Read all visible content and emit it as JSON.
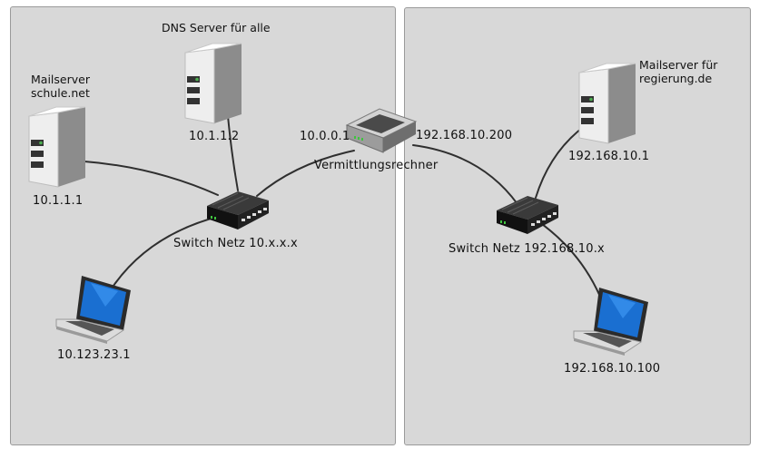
{
  "labels": {
    "dns_caption": "DNS Server für alle",
    "dns_ip": "10.1.1.2",
    "mail_left_caption_line1": "Mailserver",
    "mail_left_caption_line2": "schule.net",
    "mail_left_ip": "10.1.1.1",
    "router_ip_left": "10.0.0.1",
    "router_ip_right": "192.168.10.200",
    "router_name": "Vermittlungsrechner",
    "switch_left_name": "Switch Netz 10.x.x.x",
    "laptop_left_ip": "10.123.23.1",
    "mail_right_caption_line1": "Mailserver für",
    "mail_right_caption_line2": "regierung.de",
    "mail_right_ip": "192.168.10.1",
    "switch_right_name": "Switch Netz 192.168.10.x",
    "laptop_right_ip": "192.168.10.100"
  },
  "colors": {
    "panel_fill": "#d8d8d8",
    "panel_border": "#9a9a9a",
    "link": "#2f2f2f",
    "laptop_screen": "#1a6fd1"
  },
  "icons": {
    "servers": "server-tower-icon",
    "router": "router-icon",
    "switches": "network-switch-icon",
    "laptops": "laptop-icon"
  }
}
